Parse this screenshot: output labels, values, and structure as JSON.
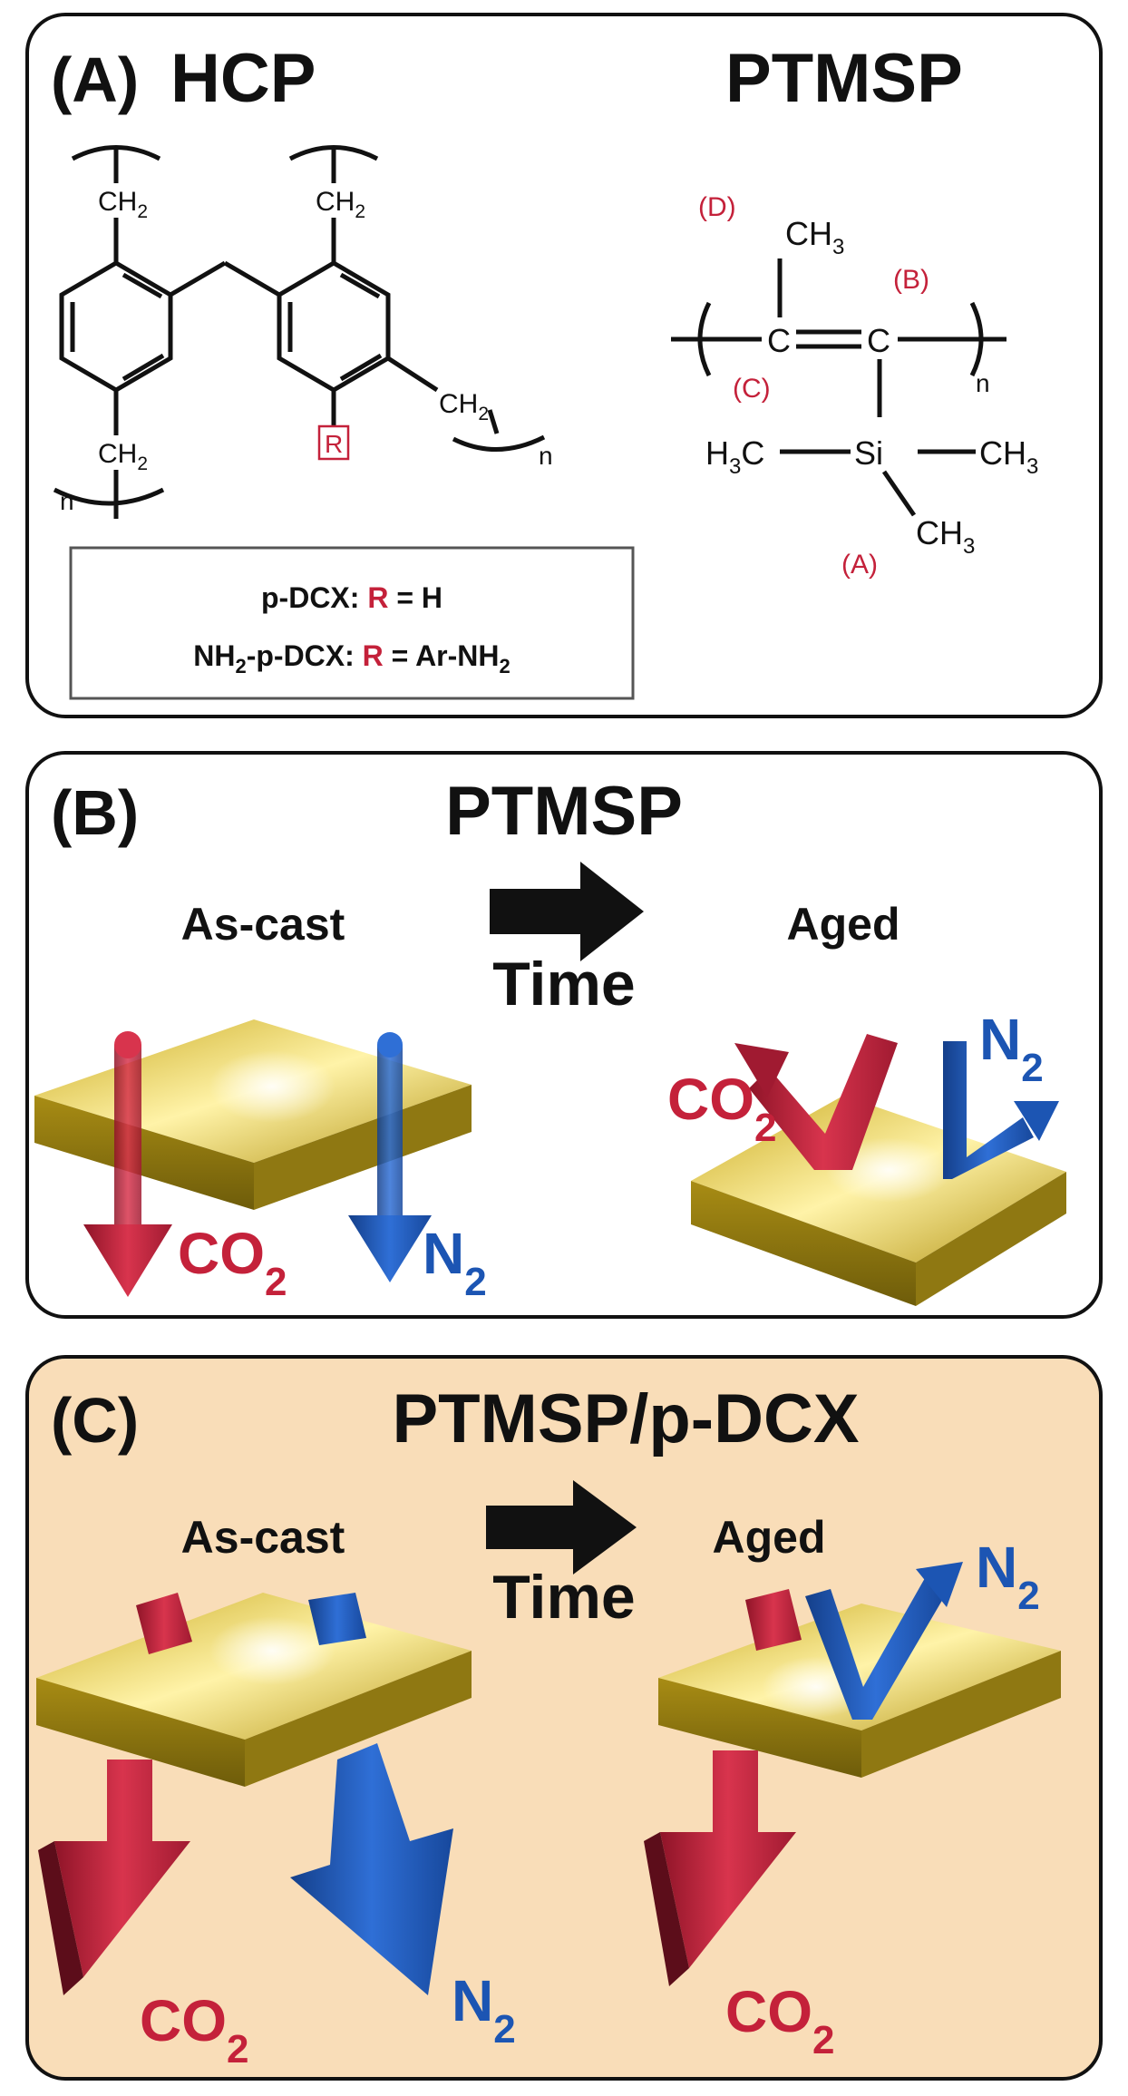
{
  "colors": {
    "red": "#c4213a",
    "blue": "#1c55b3",
    "black": "#111111",
    "gold": "#e2c233",
    "gold_dark": "#8a7412",
    "panel_c_bg": "#f9ddb8"
  },
  "panel_a": {
    "label": "(A)",
    "left_title": "HCP",
    "right_title": "PTMSP",
    "hcp_ch2_1": "CH",
    "hcp_ch2_2": "CH",
    "hcp_ch2_3": "CH",
    "hcp_ch2_4": "CH",
    "sub_2": "2",
    "n_left": "n",
    "n_right": "n",
    "r_box": "R",
    "legend_line1_prefix": "p-DCX: ",
    "legend_line1_r": "R",
    "legend_line1_suffix": " = H",
    "legend_line2_prefix": "NH",
    "legend_line2_mid": "-p-DCX: ",
    "legend_line2_r": "R",
    "legend_line2_suffix": " = Ar-NH",
    "ptmsp_ch3_top": "CH",
    "ptmsp_c_left": "C",
    "ptmsp_c_right": "C",
    "ptmsp_si": "Si",
    "ptmsp_h3c": "H",
    "ptmsp_h3c_c": "C",
    "ptmsp_ch3_right": "CH",
    "ptmsp_ch3_bottom": "CH",
    "sub_3": "3",
    "n_ptmsp": "n",
    "label_a": "(A)",
    "label_b": "(B)",
    "label_c": "(C)",
    "label_d": "(D)"
  },
  "panel_b": {
    "label": "(B)",
    "title": "PTMSP",
    "as_cast": "As-cast",
    "time": "Time",
    "aged": "Aged",
    "co2_left": "CO",
    "n2_left": "N",
    "co2_right": "CO",
    "n2_right": "N",
    "sub_2": "2"
  },
  "panel_c": {
    "label": "(C)",
    "title": "PTMSP/p-DCX",
    "as_cast": "As-cast",
    "time": "Time",
    "aged": "Aged",
    "co2_left": "CO",
    "n2_left": "N",
    "co2_right": "CO",
    "n2_right": "N",
    "sub_2": "2"
  }
}
